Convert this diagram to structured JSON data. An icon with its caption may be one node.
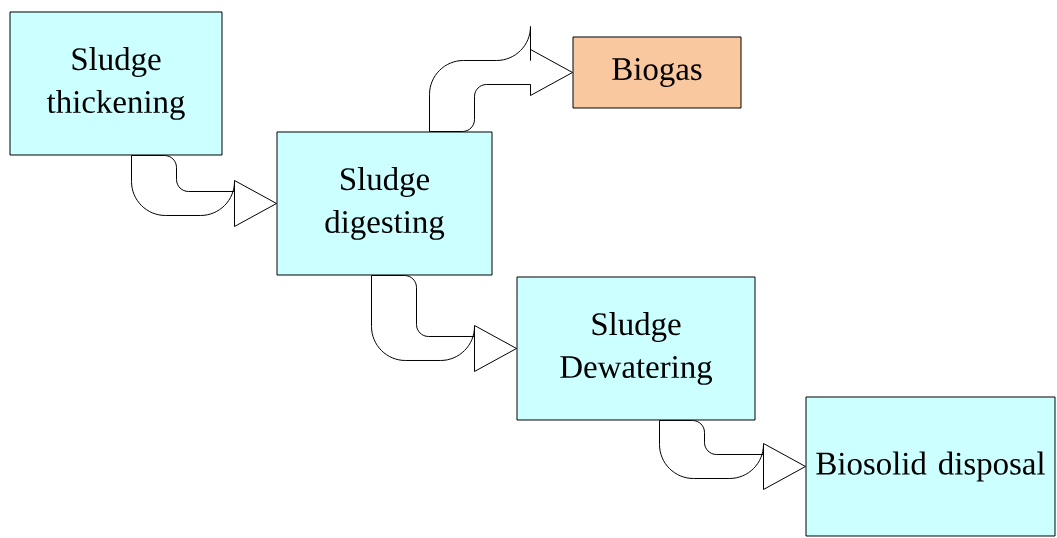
{
  "diagram": {
    "nodes": [
      {
        "text": [
          "Sludge thickening"
        ]
      },
      {
        "text": [
          "Sludge digesting"
        ]
      },
      {
        "text": [
          "Biogas"
        ]
      },
      {
        "text": [
          "Sludge Dewatering"
        ]
      },
      {
        "text": [
          "Biosolid disposal"
        ]
      }
    ],
    "edges": [
      {
        "from": 0,
        "to": 1,
        "arrow": "to"
      },
      {
        "from": 1,
        "to": 2,
        "arrow": "to"
      },
      {
        "from": 1,
        "to": 3,
        "arrow": "to"
      },
      {
        "from": 3,
        "to": 4,
        "arrow": "to"
      }
    ]
  }
}
